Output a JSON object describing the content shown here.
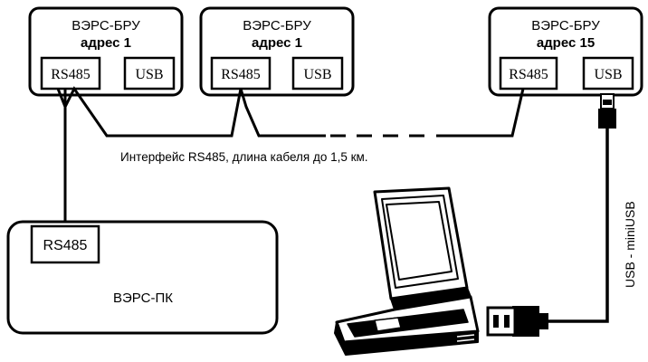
{
  "devices": [
    {
      "name": "ВЭРС-БРУ",
      "address": "адрес 1",
      "port_left": "RS485",
      "port_right": "USB"
    },
    {
      "name": "ВЭРС-БРУ",
      "address": "адрес 1",
      "port_left": "RS485",
      "port_right": "USB"
    },
    {
      "name": "ВЭРС-БРУ",
      "address": "адрес 15",
      "port_left": "RS485",
      "port_right": "USB"
    }
  ],
  "pc": {
    "name": "ВЭРС-ПК",
    "port": "RS485"
  },
  "labels": {
    "interface": "Интерфейс RS485, длина кабеля до 1,5 км.",
    "usb_cable": "USB - miniUSB"
  },
  "icons": {
    "laptop": "laptop-icon",
    "usb_plug": "usb-plug-icon",
    "mini_usb_plug": "mini-usb-plug-icon"
  },
  "colors": {
    "line": "#000000",
    "background": "#ffffff"
  }
}
